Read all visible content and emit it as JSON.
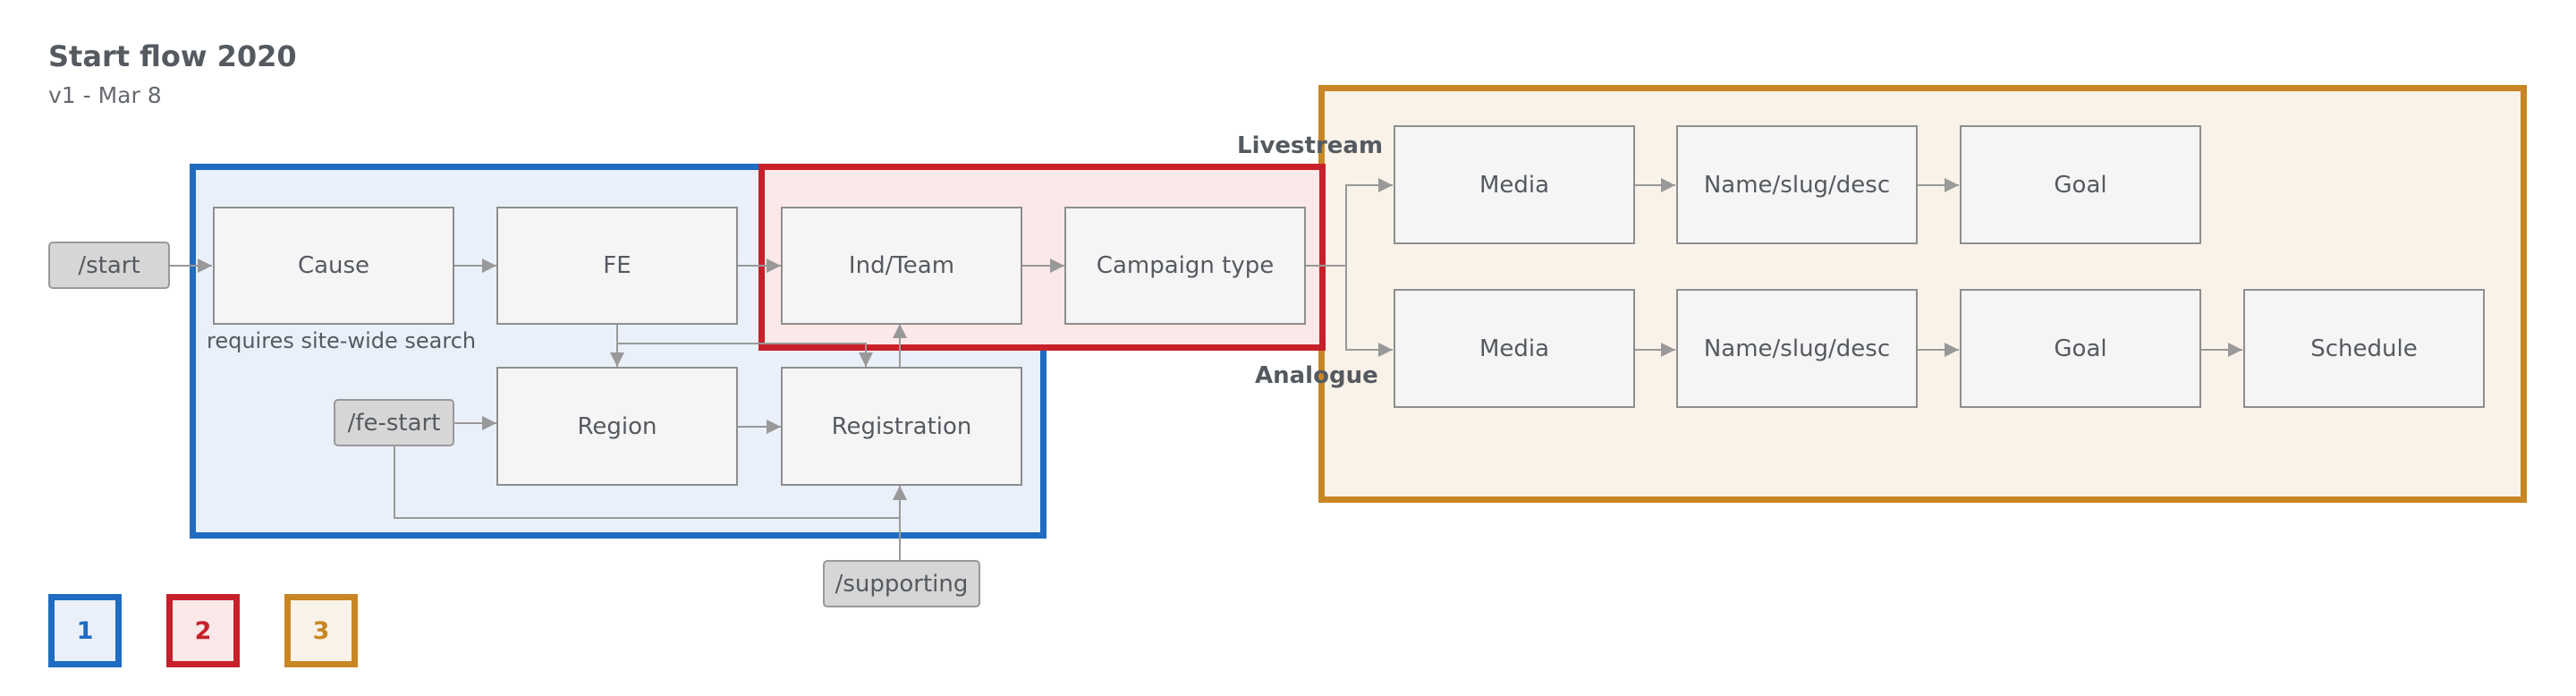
{
  "header": {
    "title": "Start flow 2020",
    "version": "v1 - Mar 8"
  },
  "groups": {
    "blue": "1",
    "red": "2",
    "orange": "3"
  },
  "entry_points": {
    "start": "/start",
    "fe_start": "/fe-start",
    "supporting": "/supporting"
  },
  "steps": {
    "cause": "Cause",
    "fe": "FE",
    "region": "Region",
    "ind_team": "Ind/Team",
    "registration": "Registration",
    "campaign_type": "Campaign type"
  },
  "notes": {
    "cause": "requires site-wide search"
  },
  "branches": {
    "livestream": {
      "label": "Livestream",
      "steps": [
        "Media",
        "Name/slug/desc",
        "Goal"
      ]
    },
    "analogue": {
      "label": "Analogue",
      "steps": [
        "Media",
        "Name/slug/desc",
        "Goal",
        "Schedule"
      ]
    }
  },
  "colors": {
    "blue": "#1f6cc1",
    "red": "#c8202a",
    "orange": "#c88624",
    "connector": "#999999"
  }
}
